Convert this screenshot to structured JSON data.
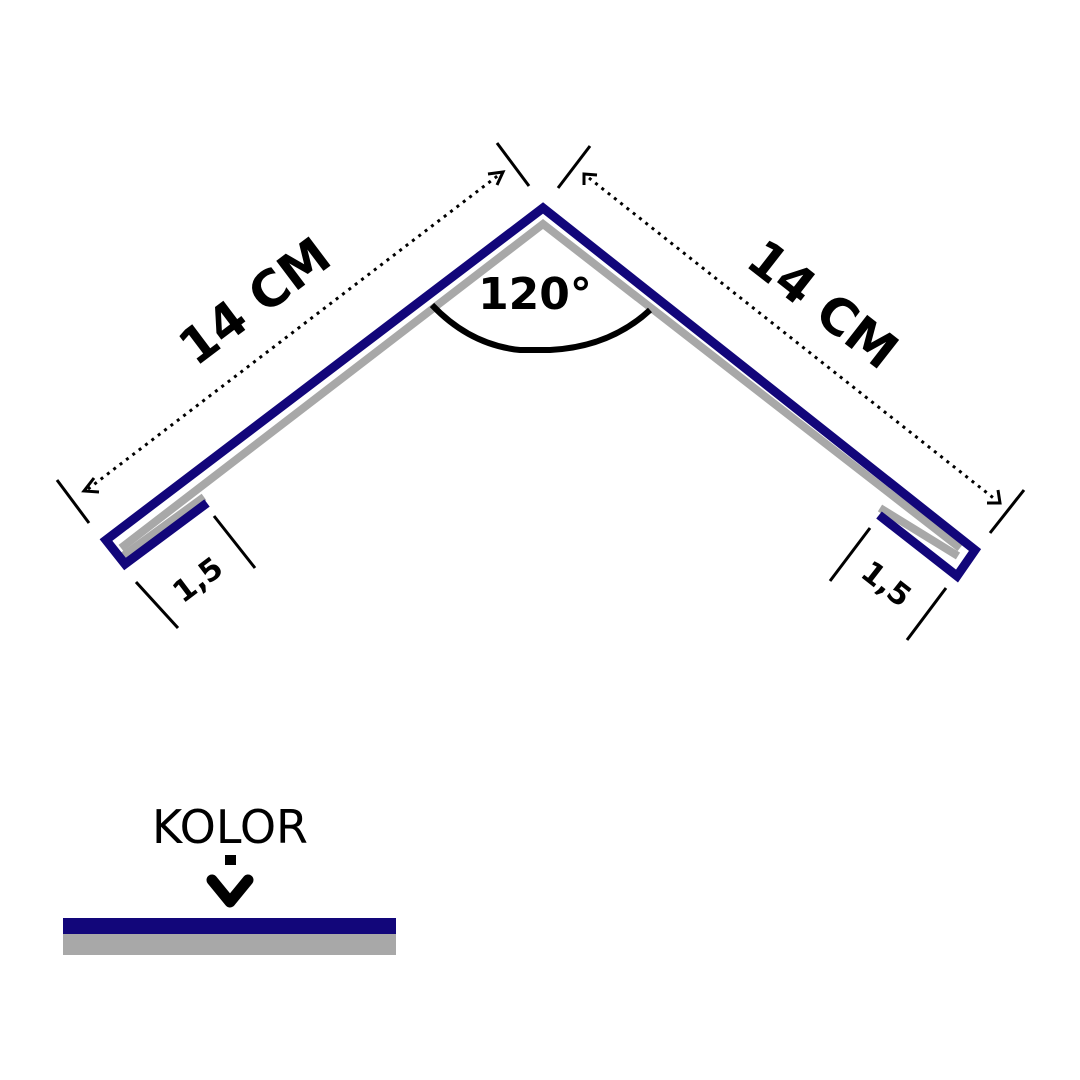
{
  "diagram": {
    "left_length": "14 CM",
    "right_length": "14 CM",
    "angle": "120°",
    "left_hem": "1,5",
    "right_hem": "1,5",
    "legend_label": "KOLOR"
  },
  "colors": {
    "color_side": "#12067a",
    "back_side": "#a8a8a8",
    "lines": "#000000"
  }
}
